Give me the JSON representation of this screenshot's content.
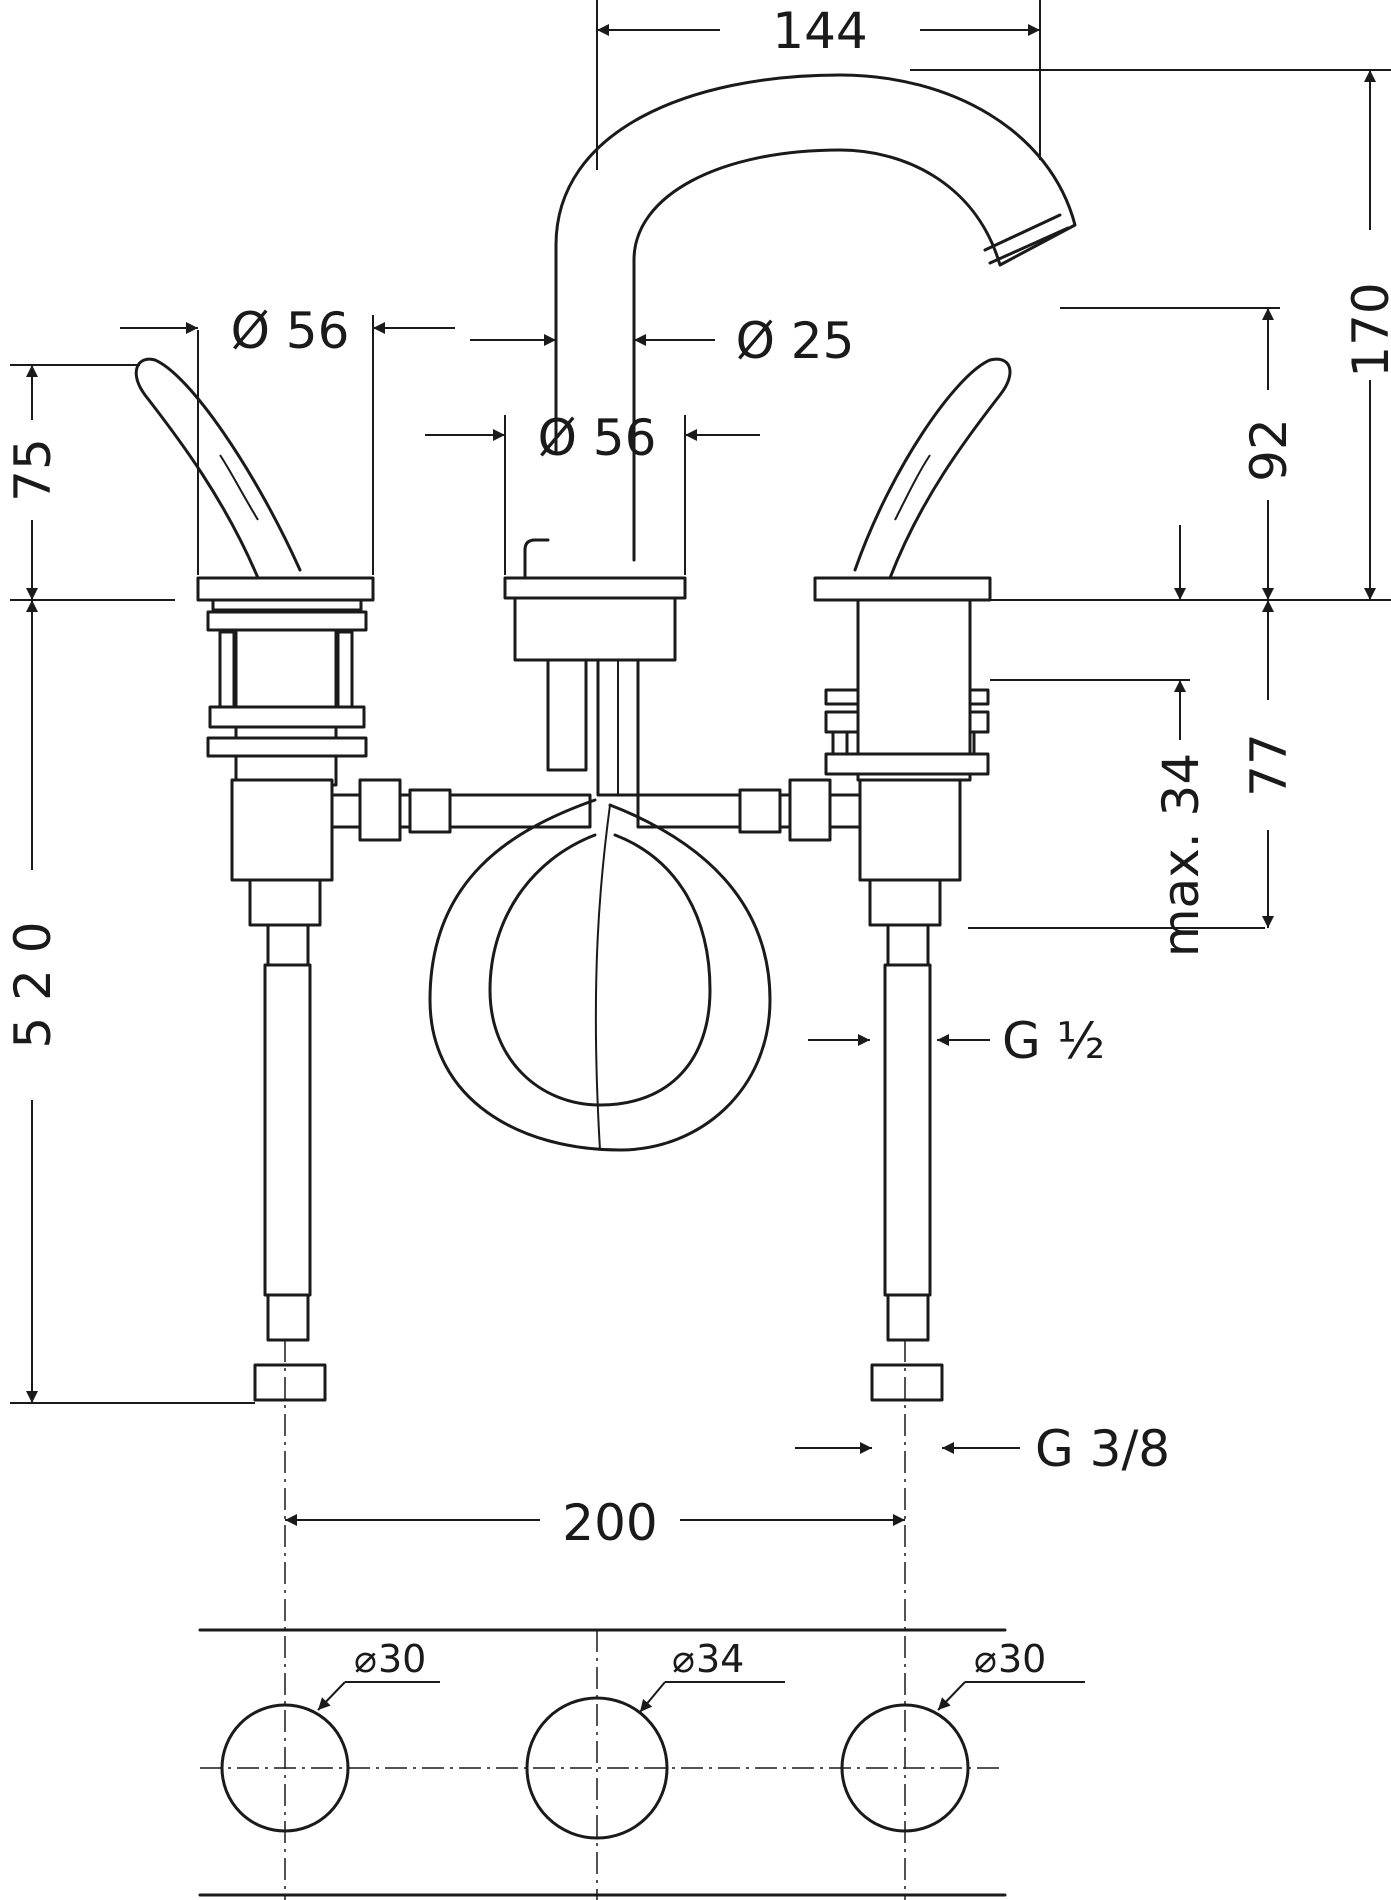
{
  "dimensions": {
    "spout_reach": "144",
    "spout_height_total": "170",
    "spout_outlet_height": "92",
    "handle_rosette_dia": "Ø 56",
    "spout_dia": "Ø 25",
    "spout_rosette_dia": "Ø 56",
    "handle_height": "75",
    "overall_depth": "5 2 0",
    "body_height": "77",
    "max_deck_thickness": "max. 34",
    "inlet_thread": "G ½",
    "supply_thread": "G 3/8",
    "center_spacing": "200"
  },
  "hole_diameters": {
    "left_hole": "30",
    "center_hole": "34",
    "right_hole": "30"
  }
}
